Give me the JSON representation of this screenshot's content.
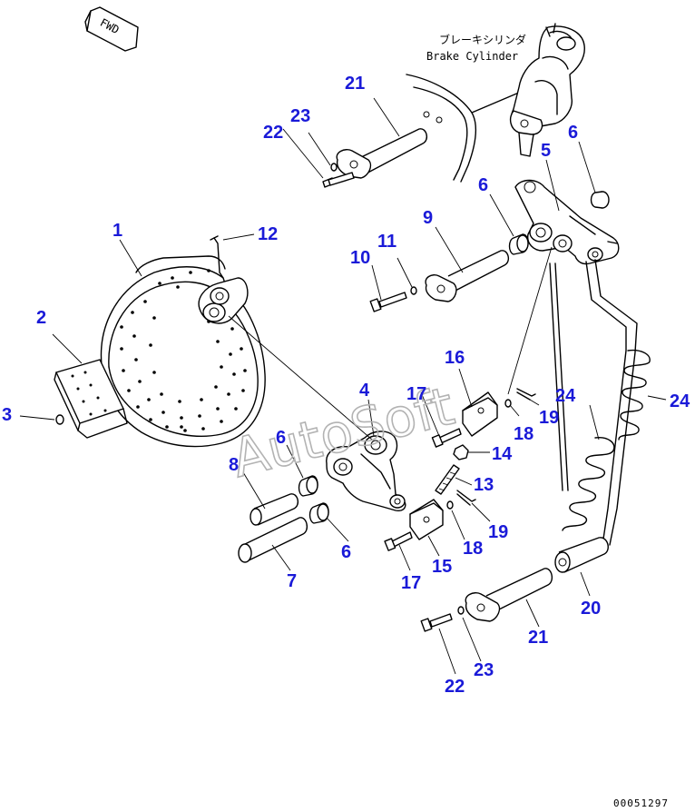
{
  "direction_marker": "FWD",
  "caption": {
    "jp": "ブレーキシリンダ",
    "en": "Brake Cylinder"
  },
  "watermark": "AutoSoft",
  "drawing_code": "00051297",
  "label_color": "#1a1ad8",
  "callouts": {
    "c1": "1",
    "c2": "2",
    "c3": "3",
    "c4": "4",
    "c5": "5",
    "c6a": "6",
    "c6b": "6",
    "c6c": "6",
    "c6d": "6",
    "c7": "7",
    "c8": "8",
    "c9": "9",
    "c10": "10",
    "c11": "11",
    "c12": "12",
    "c13": "13",
    "c14": "14",
    "c15": "15",
    "c16": "16",
    "c17a": "17",
    "c17b": "17",
    "c18a": "18",
    "c18b": "18",
    "c19a": "19",
    "c19b": "19",
    "c20": "20",
    "c21a": "21",
    "c21b": "21",
    "c22a": "22",
    "c22b": "22",
    "c23a": "23",
    "c23b": "23",
    "c24a": "24",
    "c24b": "24"
  }
}
